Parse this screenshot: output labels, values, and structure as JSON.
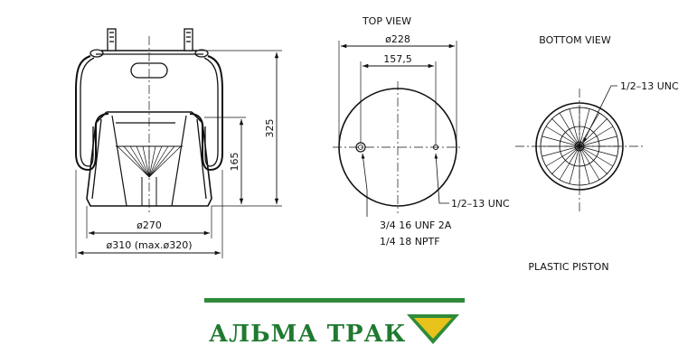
{
  "side_view": {
    "height_total": "325",
    "height_piston": "165",
    "dia_piston": "ø270",
    "dia_bellow": "ø310 (max.ø320)"
  },
  "top_view": {
    "title": "TOP VIEW",
    "dia_plate": "ø228",
    "bolt_spacing": "157,5",
    "thread_right": "1/2–13 UNC",
    "thread_left_1": "3/4 16 UNF 2A",
    "thread_left_2": "1/4 18 NPTF"
  },
  "bottom_view": {
    "title": "BOTTOM VIEW",
    "thread": "1/2–13 UNC",
    "note": "PLASTIC PISTON"
  },
  "brand": {
    "name": "АЛЬМА ТРАК",
    "text_color": "#1f7a30",
    "bar_color": "#2e8b3a",
    "logo_yellow": "#e8c21a",
    "logo_green": "#2e8b3a"
  }
}
